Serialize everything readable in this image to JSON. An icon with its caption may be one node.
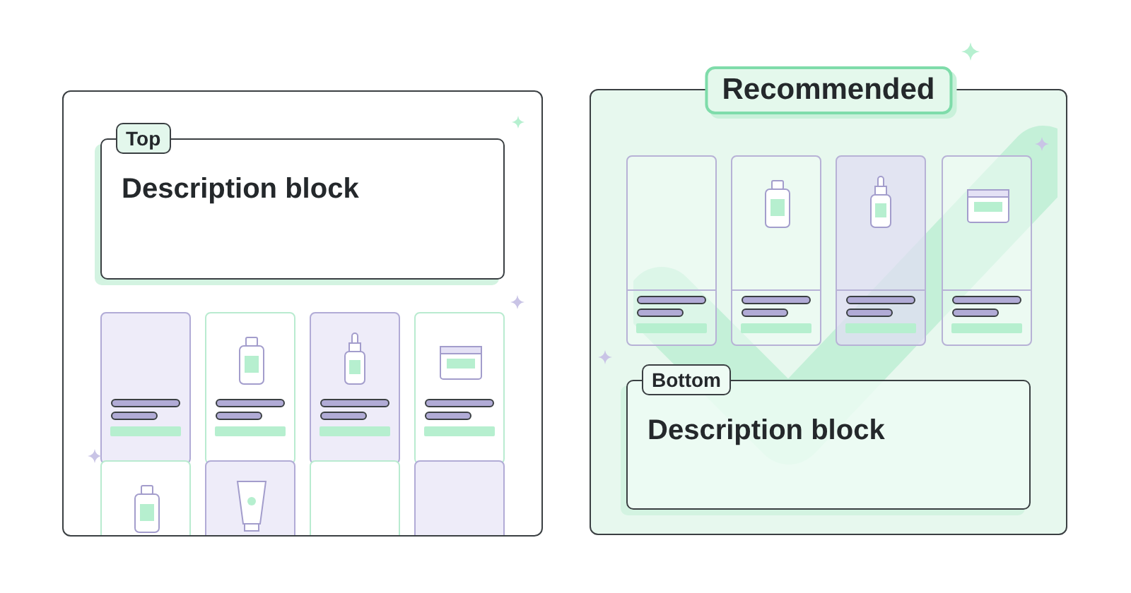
{
  "diagram": {
    "nodes": [
      {
        "text": [],
        "shape": "box"
      },
      {
        "text": [
          "Top",
          "Description block"
        ],
        "in": 0
      },
      {
        "text": [
          "Recommended"
        ]
      },
      {
        "text": [
          "Bottom",
          "Description block"
        ],
        "in": 2
      }
    ]
  }
}
